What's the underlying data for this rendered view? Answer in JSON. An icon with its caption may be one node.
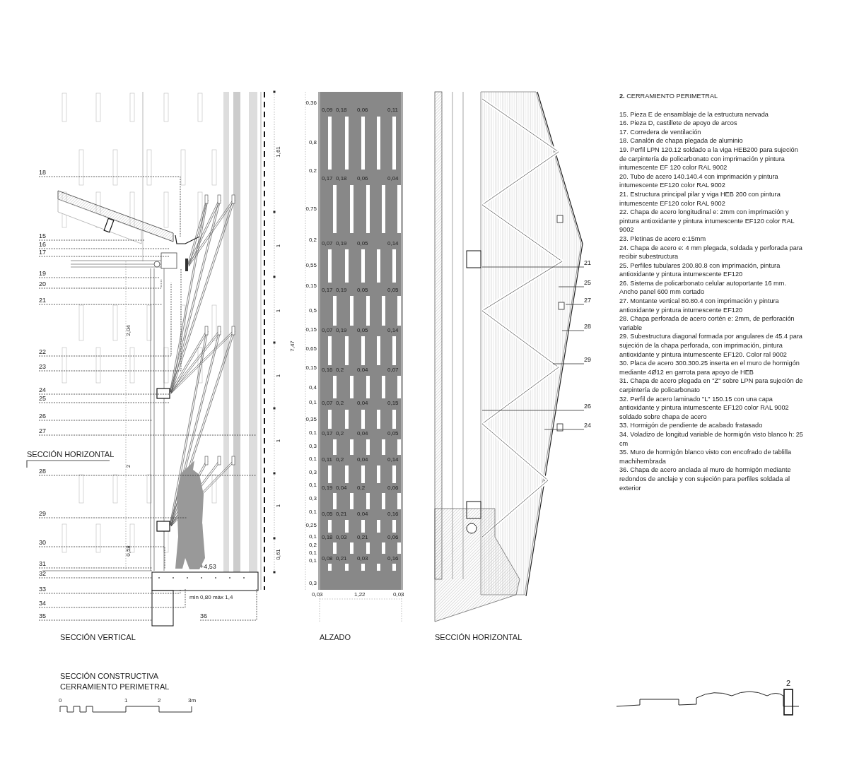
{
  "diagram": {
    "caption": "SECCIÓN CONSTRUCTIVA CERRAMIENTO PERIMETRAL",
    "nodes": [
      {
        "text": [
          "18"
        ]
      },
      {
        "text": [
          "15"
        ]
      },
      {
        "text": [
          "16"
        ]
      },
      {
        "text": [
          "17"
        ]
      },
      {
        "text": [
          "19"
        ]
      },
      {
        "text": [
          "20"
        ]
      },
      {
        "text": [
          "21"
        ]
      },
      {
        "text": [
          "22"
        ]
      },
      {
        "text": [
          "23"
        ]
      },
      {
        "text": [
          "24"
        ]
      },
      {
        "text": [
          "25"
        ]
      },
      {
        "text": [
          "26"
        ]
      },
      {
        "text": [
          "27"
        ]
      },
      {
        "text": [
          "28"
        ]
      },
      {
        "text": [
          "29"
        ]
      },
      {
        "text": [
          "30"
        ]
      },
      {
        "text": [
          "31"
        ]
      },
      {
        "text": [
          "32"
        ]
      },
      {
        "text": [
          "33"
        ]
      },
      {
        "text": [
          "34"
        ]
      },
      {
        "text": [
          "35"
        ]
      },
      {
        "text": [
          "36"
        ]
      },
      {
        "text": [
          "21"
        ]
      },
      {
        "text": [
          "25"
        ]
      },
      {
        "text": [
          "27"
        ]
      },
      {
        "text": [
          "28"
        ]
      },
      {
        "text": [
          "29"
        ]
      },
      {
        "text": [
          "26"
        ]
      },
      {
        "text": [
          "24"
        ]
      }
    ],
    "edges": [
      {
        "from": 0,
        "to": null,
        "arrow": "none",
        "style": "dashed"
      },
      {
        "from": 1,
        "to": null,
        "arrow": "none",
        "style": "dashed"
      },
      {
        "from": 2,
        "to": null,
        "arrow": "none",
        "style": "dashed"
      },
      {
        "from": 3,
        "to": null,
        "arrow": "none",
        "style": "dashed"
      },
      {
        "from": 4,
        "to": null,
        "arrow": "none",
        "style": "dashed"
      },
      {
        "from": 5,
        "to": null,
        "arrow": "none",
        "style": "dashed"
      },
      {
        "from": 6,
        "to": null,
        "arrow": "none",
        "style": "dashed"
      },
      {
        "from": 7,
        "to": null,
        "arrow": "none",
        "style": "dashed"
      },
      {
        "from": 8,
        "to": null,
        "arrow": "none",
        "style": "dashed"
      },
      {
        "from": 9,
        "to": null,
        "arrow": "none",
        "style": "dashed"
      },
      {
        "from": 10,
        "to": null,
        "arrow": "none",
        "style": "dashed"
      },
      {
        "from": 11,
        "to": null,
        "arrow": "none",
        "style": "dashed"
      },
      {
        "from": 12,
        "to": null,
        "arrow": "none",
        "style": "dashed"
      },
      {
        "from": 13,
        "to": null,
        "arrow": "none",
        "style": "dashed"
      },
      {
        "from": 14,
        "to": null,
        "arrow": "none",
        "style": "dashed"
      },
      {
        "from": 15,
        "to": null,
        "arrow": "none",
        "style": "dashed"
      },
      {
        "from": 16,
        "to": null,
        "arrow": "none",
        "style": "dashed"
      },
      {
        "from": 17,
        "to": null,
        "arrow": "none",
        "style": "dashed"
      },
      {
        "from": 18,
        "to": null,
        "arrow": "none",
        "style": "dashed"
      },
      {
        "from": 19,
        "to": null,
        "arrow": "none",
        "style": "dashed"
      },
      {
        "from": 20,
        "to": null,
        "arrow": "none",
        "style": "dashed"
      },
      {
        "from": 21,
        "to": null,
        "arrow": "none",
        "style": "dashed"
      },
      {
        "from": 22,
        "to": null,
        "arrow": "none"
      },
      {
        "from": 23,
        "to": null,
        "arrow": "none"
      },
      {
        "from": 24,
        "to": null,
        "arrow": "none"
      },
      {
        "from": 25,
        "to": null,
        "arrow": "none"
      },
      {
        "from": 26,
        "to": null,
        "arrow": "none"
      },
      {
        "from": 27,
        "to": null,
        "arrow": "none"
      },
      {
        "from": 28,
        "to": null,
        "arrow": "none"
      }
    ],
    "labels": [
      "SECCIÓN HORIZONTAL",
      "1,61",
      "1",
      "1",
      "1",
      "1",
      "1",
      "0,61",
      "2,04",
      "2",
      "0,58",
      "+4,53",
      "min 0,80 máx 1,4",
      "SECCIÓN VERTICAL",
      "7,47",
      "0,36",
      "0,8",
      "0,2",
      "0,75",
      "0,2",
      "0,55",
      "0,15",
      "0,5",
      "0,15",
      "0,65",
      "0,15",
      "0,4",
      "0,1",
      "0,35",
      "0,1",
      "0,3",
      "0,1",
      "0,3",
      "0,1",
      "0,3",
      "0,1",
      "0,25",
      "0,1",
      "0,2",
      "0,1",
      "0,1",
      "0,3",
      "0,09",
      "0,18",
      "0,06",
      "0,11",
      "0,17",
      "0,18",
      "0,06",
      "0,04",
      "0,07",
      "0,19",
      "0,05",
      "0,14",
      "0,17",
      "0,19",
      "0,05",
      "0,05",
      "0,07",
      "0,19",
      "0,05",
      "0,14",
      "0,16",
      "0,2",
      "0,04",
      "0,07",
      "0,07",
      "0,2",
      "0,04",
      "0,15",
      "0,17",
      "0,2",
      "0,04",
      "0,05",
      "0,11",
      "0,2",
      "0,04",
      "0,14",
      "0,19",
      "0,04",
      "0,2",
      "0,06",
      "0,05",
      "0,21",
      "0,04",
      "0,16",
      "0,18",
      "0,03",
      "0,21",
      "0,06",
      "0,08",
      "0,21",
      "0,03",
      "0,16",
      "0,03",
      "1,22",
      "0,03",
      "ALZADO",
      "SECCIÓN HORIZONTAL",
      "**2.** CERRAMIENTO PERIMETRAL",
      "15. Pieza E de ensamblaje de la estructura nervada",
      "16. Pieza D, castillete de apoyo de arcos",
      "17. Corredera de ventilación",
      "18. Canalón de chapa plegada de aluminio",
      "19. Perfil LPN 120.12 soldado a la viga HEB200 para sujeción de carpintería de policarbonato con imprimación y pintura intumescente EF 120 color RAL 9002",
      "20. Tubo de acero 140.140.4 con imprimación y pintura intumescente EF120 color RAL 9002",
      "21. Estructura principal pilar y viga HEB 200 con pintura intumescente EF120 color RAL 9002",
      "22. Chapa de acero longitudinal e: 2mm con imprimación y pintura antioxidante y pintura intumescente EF120 color RAL 9002",
      "23. Pletinas de acero e:15mm",
      "24. Chapa de acero e: 4 mm plegada, soldada y perforada para recibir subestructura",
      "25. Perfiles tubulares 200.80.8 con imprimación, pintura antioxidante y pintura intumescente EF120",
      "26. Sistema de policarbonato celular autoportante 16 mm. Ancho panel 600 mm cortado",
      "27. Montante vertical 80.80.4 con imprimación y pintura antioxidante y pintura intumescente EF120",
      "28. Chapa perforada de acero cortén e: 2mm, de perforación variable",
      "29. Subestructura diagonal formada por angulares de 45.4 para sujeción de la chapa perforada, con imprimación, pintura antioxidante y pintura intumescente EF120. Color ral 9002",
      "30. Placa de acero 300.300.25 inserta en el muro de hormigón mediante 4Ø12 en garrota para apoyo de HEB",
      "31. Chapa de acero plegada en \"Z\" sobre LPN para sujeción de carpintería de policarbonato",
      "32. Perfil de acero laminado \"L\" 150.15 con una capa antioxidante y pintura intumescente EF120 color RAL 9002 soldado sobre chapa de acero",
      "33. Hormigón de pendiente de acabado fratasado",
      "34. Voladizo de longitud variable de hormigón visto blanco h: 25 cm",
      "35. Muro de hormigón blanco visto con encofrado de tablilla machihembrada",
      "36. Chapa de acero anclada al muro de hormigón mediante redondos de anclaje y con sujeción para perfiles soldada al exterior",
      "0",
      "1",
      "2",
      "3m",
      "2"
    ]
  }
}
